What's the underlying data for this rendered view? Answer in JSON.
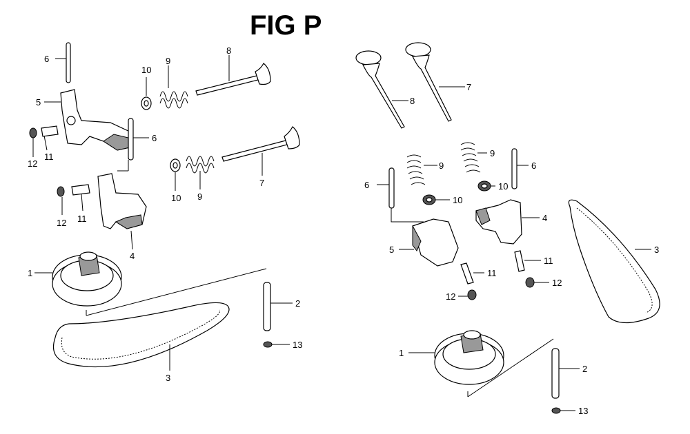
{
  "figure": {
    "title": "FIG P"
  },
  "left_assembly": {
    "labels": [
      "6",
      "5",
      "12",
      "11",
      "10",
      "9",
      "8",
      "6",
      "10",
      "9",
      "7",
      "12",
      "11",
      "4",
      "1",
      "2",
      "3",
      "13"
    ]
  },
  "right_assembly": {
    "labels": [
      "8",
      "7",
      "9",
      "9",
      "6",
      "6",
      "10",
      "10",
      "4",
      "5",
      "11",
      "11",
      "12",
      "12",
      "3",
      "1",
      "2",
      "13"
    ]
  }
}
